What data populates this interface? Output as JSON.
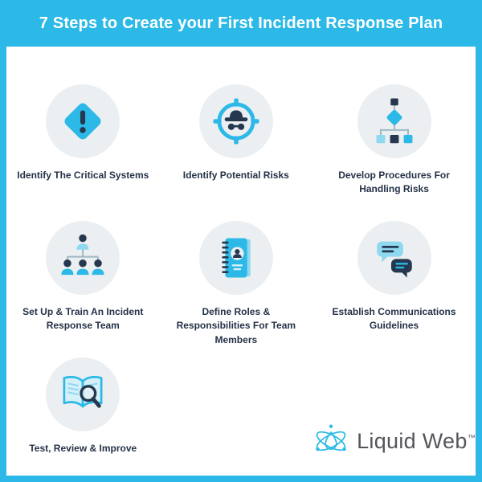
{
  "header": {
    "title": "7 Steps to Create your First Incident Response Plan"
  },
  "steps": [
    {
      "label": "Identify The Critical Systems",
      "icon": "exclamation-diamond-icon"
    },
    {
      "label": "Identify Potential Risks",
      "icon": "spy-crosshair-icon"
    },
    {
      "label": "Develop Procedures For Handling Risks",
      "icon": "flowchart-icon"
    },
    {
      "label": "Set Up & Train An Incident Response Team",
      "icon": "team-org-chart-icon"
    },
    {
      "label": "Define Roles & Responsibilities For Team Members",
      "icon": "roles-notebook-icon"
    },
    {
      "label": "Establish Communications Guidelines",
      "icon": "chat-bubbles-icon"
    },
    {
      "label": "Test, Review & Improve",
      "icon": "book-magnifier-icon"
    }
  ],
  "logo": {
    "name": "Liquid Web",
    "trademark": "™",
    "icon": "liquid-web-atom-drop-icon"
  },
  "colors": {
    "accent": "#2CB9E7",
    "accent_light": "#8ED8F0",
    "dark_navy": "#253850",
    "text": "#243247",
    "circle_bg": "#ECEFF1",
    "logo_text": "#54565B",
    "background": "#FFFFFF"
  }
}
